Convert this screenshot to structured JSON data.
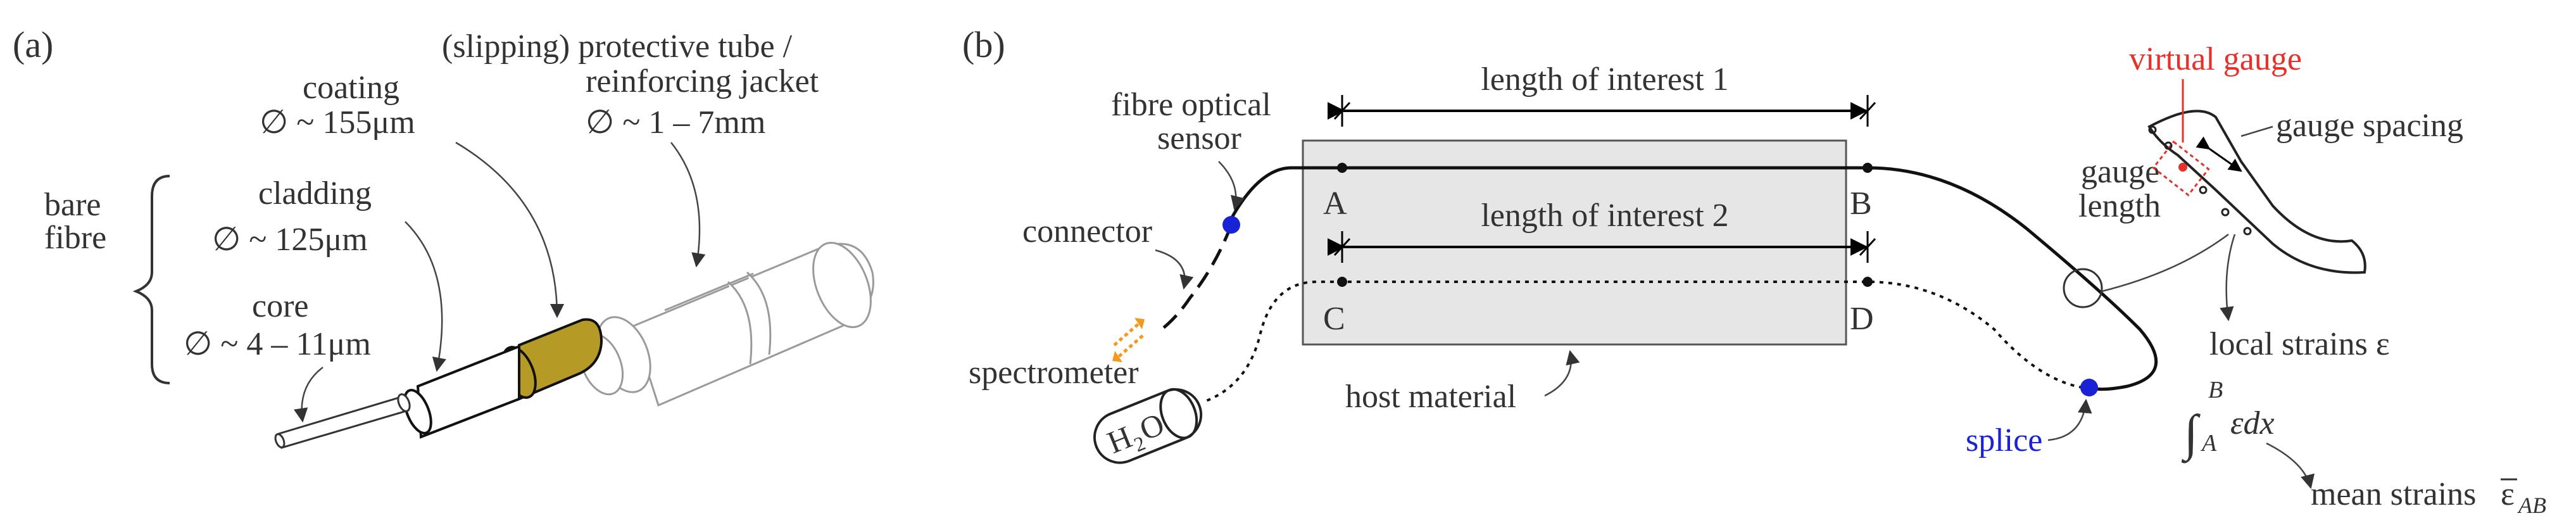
{
  "panel_a": {
    "tag": "(a)",
    "coating_title": "coating",
    "coating_dim": "∅ ~ 155μm",
    "tube_title_1": "(slipping) protective tube /",
    "tube_title_2": "reinforcing jacket",
    "tube_dim": "∅ ~ 1 – 7mm",
    "bare_1": "bare",
    "bare_2": "fibre",
    "cladding_title": "cladding",
    "cladding_dim": "∅ ~ 125μm",
    "core_title": "core",
    "core_dim": "∅ ~ 4 – 11μm"
  },
  "panel_b": {
    "tag": "(b)",
    "length1": "length of interest 1",
    "length2": "length of interest 2",
    "sensor_1": "fibre optical",
    "sensor_2": "sensor",
    "connector": "connector",
    "spectrometer": "spectrometer",
    "host": "host material",
    "point_a": "A",
    "point_b": "B",
    "point_c": "C",
    "point_d": "D",
    "splice": "splice",
    "virtual_gauge": "virtual gauge",
    "gauge_spacing": "gauge spacing",
    "gauge_length_1": "gauge",
    "gauge_length_2": "length",
    "local_strains": "local strains ε",
    "integral_lower": "A",
    "integral_upper": "B",
    "integral_body": "εdx",
    "mean_strains": "mean strains",
    "mean_symbol": "ε",
    "mean_sub": "AB",
    "h2o_h": "H",
    "h2o_2": "2",
    "h2o_o": "O"
  },
  "colors": {
    "coating": "#b59a25",
    "host_fill": "#e6e6e6",
    "splice_dot": "#1a22d6",
    "virtual_gauge": "#e8302a",
    "spectrometer_arrows": "#f39a1e"
  }
}
